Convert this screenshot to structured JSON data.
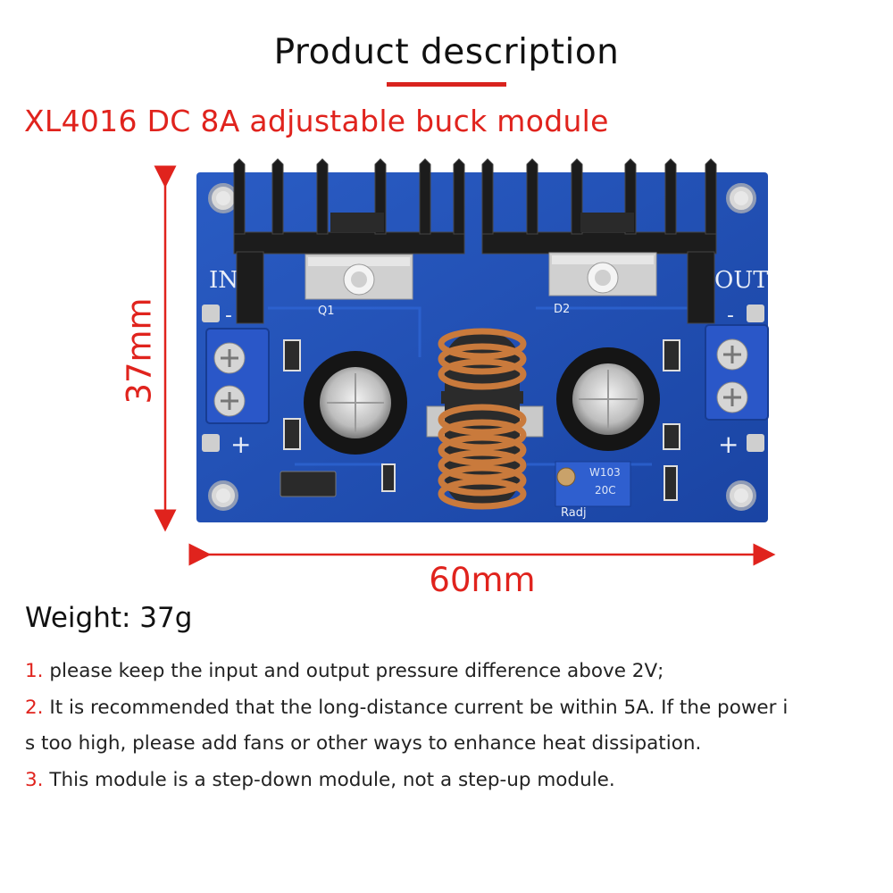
{
  "header": {
    "title": "Product description",
    "subtitle": "XL4016 DC 8A adjustable buck module"
  },
  "board": {
    "in_label": "IN",
    "out_label": "OUT",
    "minus": "-",
    "plus": "+",
    "q1_label": "Q1",
    "d2_label": "D2",
    "radj_label": "Radj",
    "pot_label_1": "W103",
    "pot_label_2": "20C"
  },
  "dimensions": {
    "width": "60mm",
    "height": "37mm"
  },
  "weight": "Weight: 37g",
  "notes": [
    {
      "num": "1.",
      "text": "please keep the input and output pressure difference above 2V;"
    },
    {
      "num": "2.",
      "text": "It is recommended that the long-distance current be within 5A. If the power i"
    },
    {
      "num": "",
      "text": "s too high, please add fans or other ways to enhance heat dissipation."
    },
    {
      "num": "3.",
      "text": "This module is a step-down module, not a step-up module."
    }
  ],
  "colors": {
    "accent": "#e0231d",
    "pcb": "#1f4fb3",
    "heatsink": "#1a1a1a",
    "terminal": "#2a57c8",
    "coil": "#c9773a"
  }
}
